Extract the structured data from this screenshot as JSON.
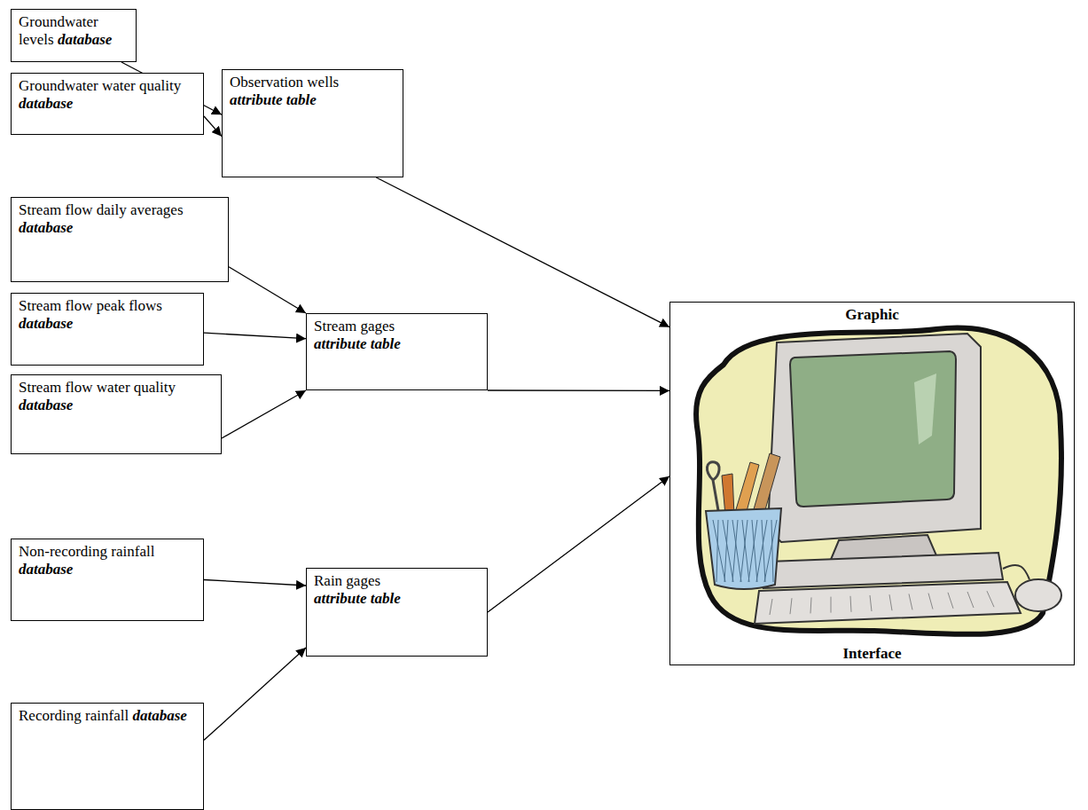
{
  "diagram": {
    "nodes": [
      {
        "text": [
          "Groundwater levels",
          "database"
        ]
      },
      {
        "text": [
          "Groundwater water quality",
          "database"
        ]
      },
      {
        "text": [
          "Observation wells",
          "attribute table"
        ]
      },
      {
        "text": [
          "Stream flow daily averages",
          "database"
        ]
      },
      {
        "text": [
          "Stream flow peak flows",
          "database"
        ]
      },
      {
        "text": [
          "Stream gages",
          "attribute table"
        ]
      },
      {
        "text": [
          "Stream flow water quality",
          "database"
        ]
      },
      {
        "text": [
          "Non-recording rainfall",
          "database"
        ]
      },
      {
        "text": [
          "Rain gages",
          "attribute table"
        ]
      },
      {
        "text": [
          "Recording rainfall",
          "database"
        ]
      },
      {
        "text": [
          "Graphic",
          "Interface"
        ]
      }
    ],
    "edges": [
      {
        "from": 0,
        "to": 2,
        "arrow": "to"
      },
      {
        "from": 1,
        "to": 2,
        "arrow": "to"
      },
      {
        "from": 3,
        "to": 5,
        "arrow": "to"
      },
      {
        "from": 4,
        "to": 5,
        "arrow": "to"
      },
      {
        "from": 6,
        "to": 5,
        "arrow": "to"
      },
      {
        "from": 7,
        "to": 8,
        "arrow": "to"
      },
      {
        "from": 9,
        "to": 8,
        "arrow": "to"
      },
      {
        "from": 2,
        "to": 10,
        "arrow": "to"
      },
      {
        "from": 5,
        "to": 10,
        "arrow": "to"
      },
      {
        "from": 8,
        "to": 10,
        "arrow": "to"
      }
    ]
  }
}
